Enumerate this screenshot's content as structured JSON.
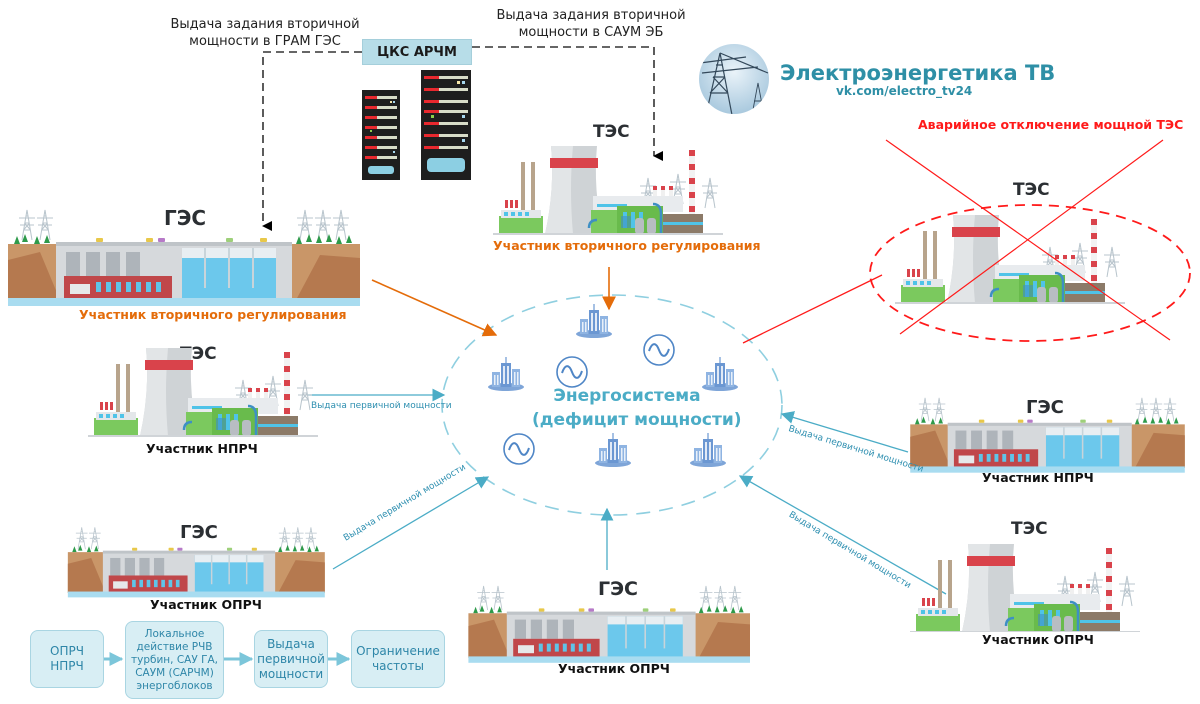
{
  "brand": {
    "title": "Электроэнергетика ТВ",
    "subtitle": "vk.com/electro_tv24",
    "icon": "power-tower-photo-icon"
  },
  "control": {
    "center_label": "ЦКС АРЧМ",
    "note_left": [
      "Выдача задания вторичной",
      "мощности в ГРАМ ГЭС"
    ],
    "note_right": [
      "Выдача задания вторичной",
      "мощности в САУМ ЭБ"
    ],
    "icon": "server-rack-icon"
  },
  "colors": {
    "secondary_arrow": "#e46c0a",
    "primary_arrow": "#4bacc6",
    "emergency": "#ff1a1a",
    "control_dashed": "#333333",
    "step_fill": "#d8eef4",
    "step_text": "#2e86a8",
    "center_text": "#4bacc6"
  },
  "plants": [
    {
      "id": "hpp-secondary",
      "type": "ГЭС",
      "label": "Участник вторичного регулирования",
      "label_color": "orange"
    },
    {
      "id": "tpp-secondary",
      "type": "ТЭС",
      "label": "Участник вторичного регулирования",
      "label_color": "orange"
    },
    {
      "id": "tpp-emergency",
      "type": "ТЭС",
      "label": "Аварийное отключение мощной ТЭС",
      "label_color": "red"
    },
    {
      "id": "tpp-nprch-left",
      "type": "ТЭС",
      "label": "Участник НПРЧ",
      "label_color": "black"
    },
    {
      "id": "hpp-oprch-left",
      "type": "ГЭС",
      "label": "Участник ОПРЧ",
      "label_color": "black"
    },
    {
      "id": "hpp-oprch-bottom",
      "type": "ГЭС",
      "label": "Участник ОПРЧ",
      "label_color": "black"
    },
    {
      "id": "hpp-nprch-right",
      "type": "ГЭС",
      "label": "Участник НПРЧ",
      "label_color": "black"
    },
    {
      "id": "tpp-oprch-right",
      "type": "ТЭС",
      "label": "Участник ОПРЧ",
      "label_color": "black"
    }
  ],
  "system": {
    "title_line1": "Энергосистема",
    "title_line2": "(дефицит мощности)",
    "icons": [
      "city-icon",
      "city-icon",
      "city-icon",
      "city-icon",
      "city-icon",
      "generator-icon",
      "generator-icon",
      "generator-icon"
    ]
  },
  "flows": {
    "primary_power_label": "Выдача первичной мощности"
  },
  "process": {
    "steps": [
      {
        "lines": [
          "ОПРЧ",
          "НПРЧ"
        ]
      },
      {
        "lines": [
          "Локальное",
          "действие РЧВ",
          "турбин, САУ ГА,",
          "САУМ (САРЧМ)",
          "энергоблоков"
        ]
      },
      {
        "lines": [
          "Выдача",
          "первичной",
          "мощности"
        ]
      },
      {
        "lines": [
          "Ограничение",
          "частоты"
        ]
      }
    ]
  }
}
